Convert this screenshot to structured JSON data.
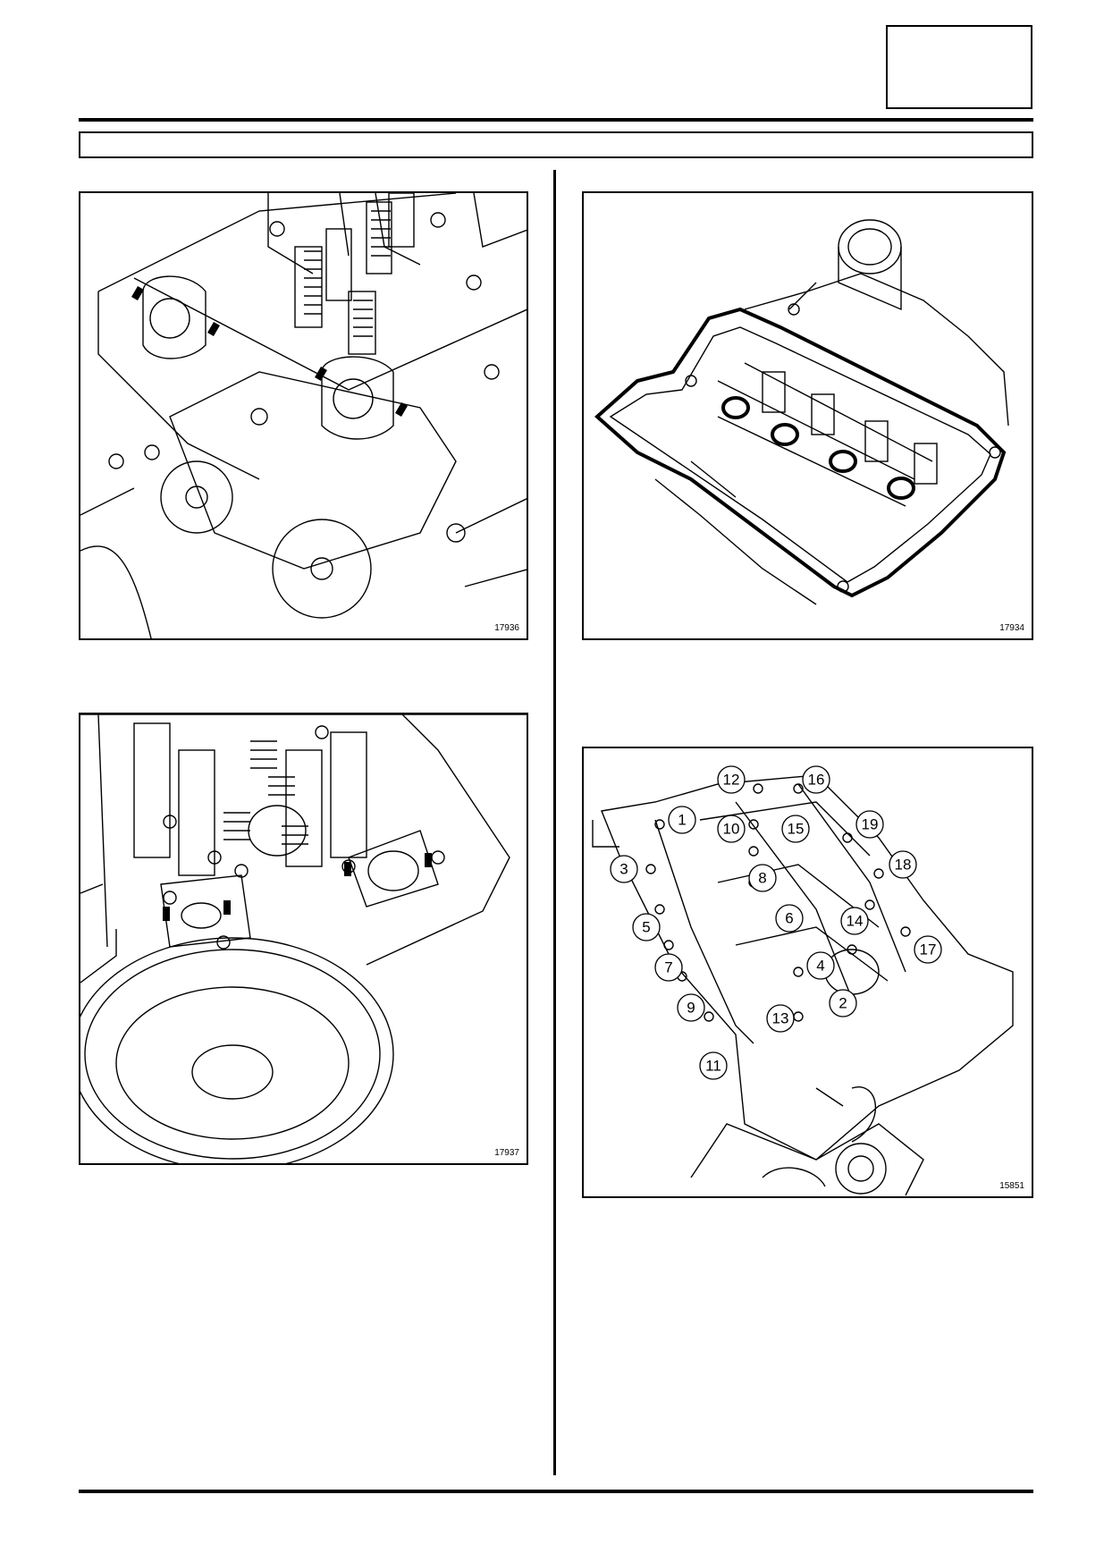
{
  "header": {
    "page_box_text": "",
    "title_bar_text": ""
  },
  "figures": [
    {
      "id": "fig1",
      "ref": "17936"
    },
    {
      "id": "fig2",
      "ref": "17934"
    },
    {
      "id": "fig3",
      "ref": "17937"
    },
    {
      "id": "fig4",
      "ref": "15851"
    }
  ],
  "callouts": [
    "1",
    "2",
    "3",
    "4",
    "5",
    "6",
    "7",
    "8",
    "9",
    "10",
    "11",
    "12",
    "13",
    "14",
    "15",
    "16",
    "17",
    "18",
    "19"
  ]
}
